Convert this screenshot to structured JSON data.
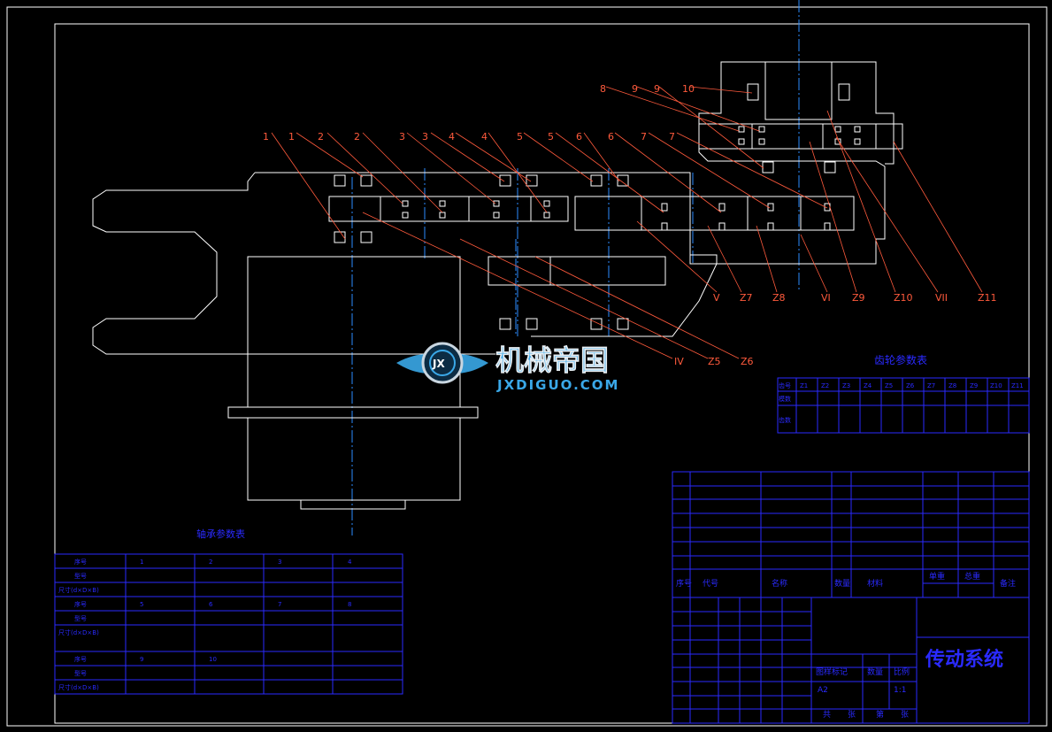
{
  "title_block": {
    "drawing_title": "传动系统",
    "scale_label": "比例",
    "scale_value": "1:1",
    "quantity_label": "数量",
    "material_label": "图样标记",
    "sheet_size": "A2",
    "row_code_label": "代号",
    "row_name_label": "名称",
    "row_qty_label": "数量",
    "row_material_label": "材料",
    "row_weight_label": "单重",
    "row_total_label": "总重",
    "row_note_label": "备注",
    "row_seq_label": "序号",
    "total_label": "共",
    "sheet_label": "张",
    "sheet_no_label": "第",
    "sheet_label2": "张"
  },
  "gear_table": {
    "title": "齿轮参数表",
    "row_labels": [
      "齿号",
      "模数",
      "齿数"
    ],
    "header": [
      "Z1",
      "Z2",
      "Z3",
      "Z4",
      "Z5",
      "Z6",
      "Z7",
      "Z8",
      "Z9",
      "Z10",
      "Z11"
    ]
  },
  "bearing_table": {
    "title": "轴承参数表",
    "row_labels": [
      "序号",
      "型号",
      "尺寸(d×D×B)",
      "序号",
      "型号",
      "尺寸(d×D×B)",
      "序号",
      "型号",
      "尺寸(d×D×B)"
    ],
    "sequence_numbers": [
      "1",
      "2",
      "3",
      "4",
      "5",
      "6",
      "7",
      "8",
      "9",
      "10"
    ]
  },
  "callouts": {
    "top": [
      "1",
      "1",
      "2",
      "2",
      "3",
      "3",
      "4",
      "4",
      "5",
      "5",
      "6",
      "6",
      "7",
      "7"
    ],
    "upper_right": [
      "8",
      "9",
      "9",
      "10"
    ],
    "bottom": [
      "IV",
      "Z5",
      "Z6",
      "V",
      "Z7",
      "Z8",
      "VI",
      "Z9",
      "Z10",
      "VII",
      "Z11"
    ]
  },
  "watermark": {
    "brand": "机械帝国",
    "url": "JXDIGUO.COM",
    "emblem": "JX"
  },
  "colors": {
    "background": "#000000",
    "outline": "#ffffff",
    "table": "#2a2aff",
    "leader": "#ff5a3c",
    "centerline": "#2b8cff",
    "watermark": "#3aa8e8"
  }
}
